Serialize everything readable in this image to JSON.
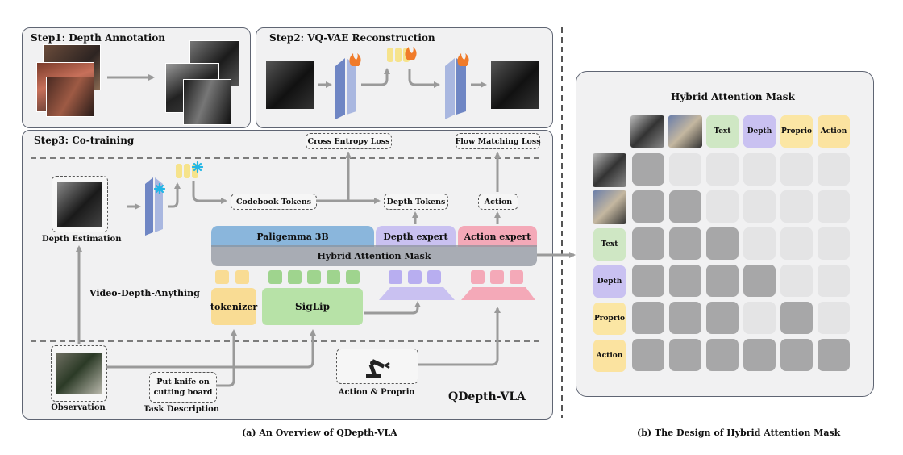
{
  "step1": {
    "title": "Step1: Depth Annotation"
  },
  "step2": {
    "title": "Step2: VQ-VAE Reconstruction"
  },
  "step3": {
    "title": "Step3: Co-training",
    "depth_estimation": "Depth Estimation",
    "video_depth": "Video-Depth-Anything",
    "codebook_tokens": "Codebook Tokens",
    "cross_entropy": "Cross Entropy Loss",
    "depth_tokens": "Depth Tokens",
    "flow_matching": "Flow Matching Loss",
    "action_box": "Action",
    "paligemma": "Paligemma 3B",
    "depth_expert": "Depth expert",
    "action_expert": "Action expert",
    "hybrid_band": "Hybrid Attention Mask",
    "tokenizer": "tokenizer",
    "siglip": "SigLip",
    "observation": "Observation",
    "task_line1": "Put knife on",
    "task_line2": "cutting board",
    "task_description": "Task Description",
    "action_proprio": "Action & Proprio",
    "model_name": "QDepth-VLA"
  },
  "mask": {
    "title": "Hybrid Attention Mask",
    "columns": [
      "Text",
      "Depth",
      "Proprio",
      "Action"
    ],
    "rows": [
      "Text",
      "Depth",
      "Proprio",
      "Action"
    ],
    "grid": [
      [
        1,
        0,
        0,
        0,
        0,
        0
      ],
      [
        1,
        1,
        0,
        0,
        0,
        0
      ],
      [
        1,
        1,
        1,
        0,
        0,
        0
      ],
      [
        1,
        1,
        1,
        1,
        0,
        0
      ],
      [
        1,
        1,
        1,
        0,
        1,
        0
      ],
      [
        1,
        1,
        1,
        1,
        1,
        1
      ]
    ]
  },
  "colors": {
    "text": "#cfe7c4",
    "depth": "#c9c1f1",
    "proprio": "#fbe6a4",
    "action": "#fbe3a0"
  },
  "captions": {
    "a": "(a) An Overview of QDepth-VLA",
    "b": "(b) The Design of Hybrid Attention Mask"
  }
}
